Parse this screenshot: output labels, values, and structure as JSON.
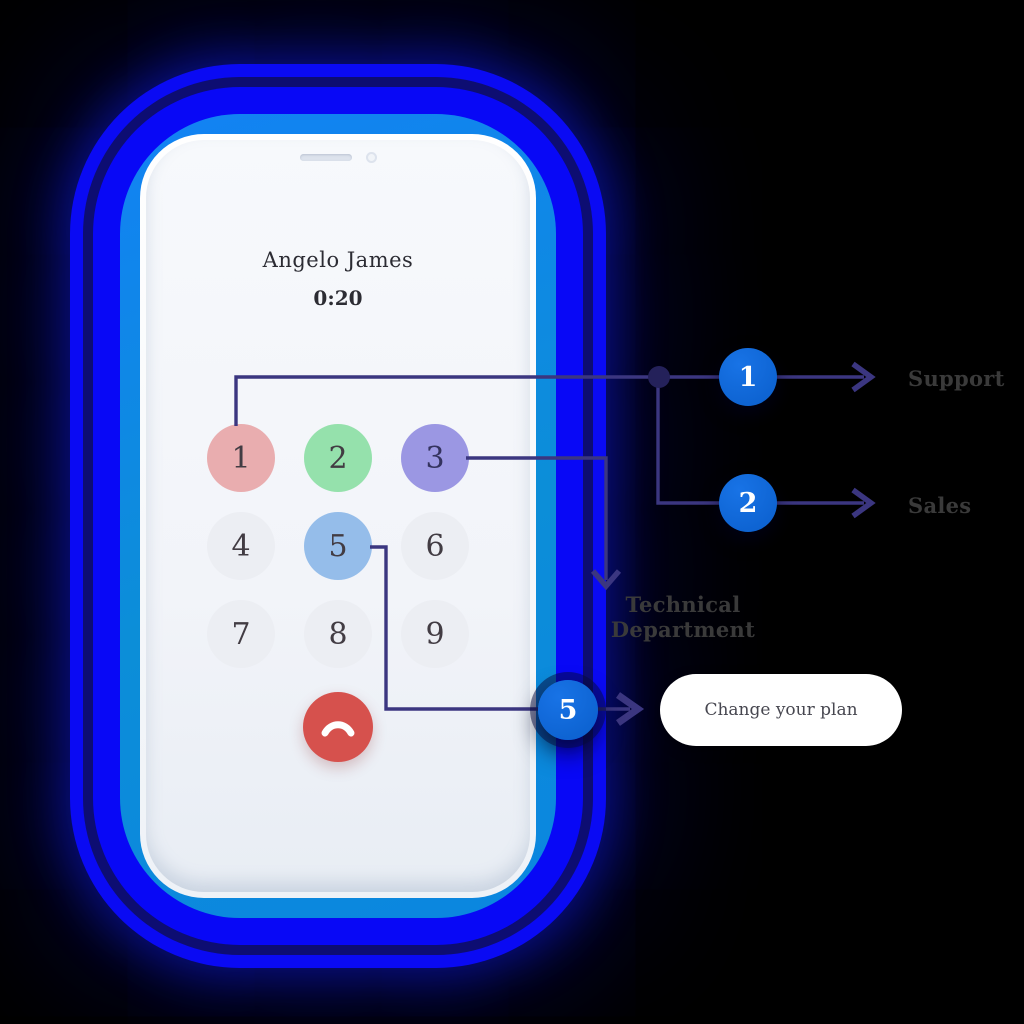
{
  "colors": {
    "background": "#000000",
    "case_blue": "#0a0af3",
    "case_navy": "#0d0d72",
    "case_light_blue": "#0f84ea",
    "screen": "#f2f4f9",
    "connector_line": "#3b3680",
    "branch_node_blue": "#0b63d6",
    "key_1": "#e9adaf",
    "key_2": "#95e1ac",
    "key_3": "#9b97e3",
    "key_5": "#95bdea",
    "end_call_red": "#d6514d",
    "label_text": "#3a3a3a"
  },
  "phone": {
    "caller_name": "Angelo James",
    "timer": "0:20",
    "keys": [
      "1",
      "2",
      "3",
      "4",
      "5",
      "6",
      "7",
      "8",
      "9"
    ]
  },
  "ivr": {
    "branches": [
      {
        "key": "1",
        "label": "Support"
      },
      {
        "key": "2",
        "label": "Sales"
      },
      {
        "key": "3",
        "label": "Technical Department"
      },
      {
        "key": "5",
        "label": "Change your plan"
      }
    ]
  }
}
